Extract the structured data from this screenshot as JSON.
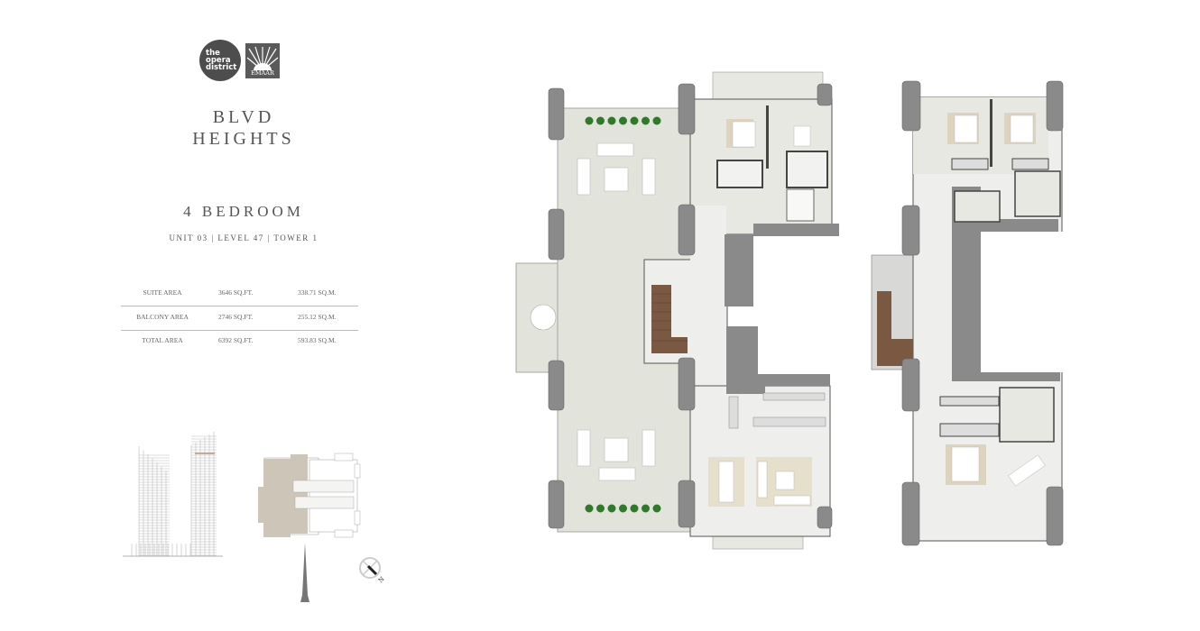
{
  "branding": {
    "opera_logo_text": [
      "the",
      "opera",
      "district"
    ],
    "emaar_logo_text": "EMAAR"
  },
  "project": {
    "name_line1": "BLVD",
    "name_line2": "HEIGHTS"
  },
  "unit": {
    "type": "4 BEDROOM",
    "details": "UNIT 03 | LEVEL 47  | TOWER 1"
  },
  "areas": [
    {
      "label": "SUITE AREA",
      "sqft": "3646 SQ.FT.",
      "sqm": "338.71 SQ.M."
    },
    {
      "label": "BALCONY AREA",
      "sqft": "2746 SQ.FT.",
      "sqm": "255.12  SQ.M."
    },
    {
      "label": "TOTAL AREA",
      "sqft": "6392 SQ.FT.",
      "sqm": "593.83 SQ.M."
    }
  ],
  "compass": {
    "label": "N"
  },
  "colors": {
    "terrace": "#e2e4dc",
    "interior_floor": "#eeeeec",
    "wall": "#8a8a8a",
    "stair": "#7a5842",
    "highlight_unit": "#cdc6b8",
    "planter": "#2f7a2a"
  }
}
